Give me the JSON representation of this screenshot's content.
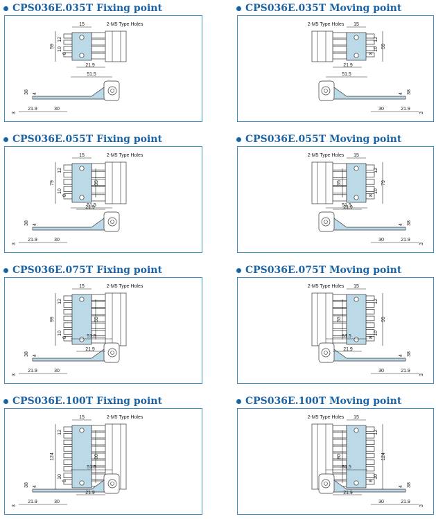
{
  "diagrams": [
    {
      "title": "CPS036E.035T Fixing point",
      "side": "fixing",
      "height": "59",
      "inner": "",
      "holes": "2-M5 Type Holes",
      "w": "15",
      "a": "12",
      "b": "10",
      "c": "8",
      "d": "21.9",
      "e": "51.5",
      "f": "38",
      "g": "4",
      "h": "3",
      "i": "21.9",
      "j": "30"
    },
    {
      "title": "CPS036E.035T Moving point",
      "side": "moving",
      "height": "59",
      "inner": "",
      "holes": "2-M5 Type Holes",
      "w": "15",
      "a": "12",
      "b": "10",
      "c": "8",
      "d": "21.9",
      "e": "51.5",
      "f": "38",
      "g": "4",
      "h": "3",
      "i": "21.9",
      "j": "30"
    },
    {
      "title": "CPS036E.055T Fixing point",
      "side": "fixing",
      "height": "79",
      "inner": "35",
      "holes": "2-M5 Type Holes",
      "w": "15",
      "a": "12",
      "b": "10",
      "c": "8",
      "d": "21.9",
      "e": "51.5",
      "f": "38",
      "g": "4",
      "h": "3",
      "i": "21.9",
      "j": "30"
    },
    {
      "title": "CPS036E.055T Moving point",
      "side": "moving",
      "height": "79",
      "inner": "35",
      "holes": "2-M5 Type Holes",
      "w": "15",
      "a": "12",
      "b": "10",
      "c": "8",
      "d": "21.9",
      "e": "51.5",
      "f": "38",
      "g": "4",
      "h": "3",
      "i": "21.9",
      "j": "30"
    },
    {
      "title": "CPS036E.075T Fixing point",
      "side": "fixing",
      "height": "99",
      "inner": "55",
      "holes": "2-M5 Type Holes",
      "w": "15",
      "a": "12",
      "b": "10",
      "c": "8",
      "d": "21.9",
      "e": "51.5",
      "f": "38",
      "g": "4",
      "h": "3",
      "i": "21.9",
      "j": "30"
    },
    {
      "title": "CPS036E.075T Moving point",
      "side": "moving",
      "height": "99",
      "inner": "55",
      "holes": "2-M5 Type Holes",
      "w": "15",
      "a": "12",
      "b": "10",
      "c": "8",
      "d": "21.9",
      "e": "51.5",
      "f": "38",
      "g": "4",
      "h": "3",
      "i": "21.9",
      "j": "30"
    },
    {
      "title": "CPS036E.100T Fixing point",
      "side": "fixing",
      "height": "124",
      "inner": "80",
      "holes": "2-M5 Type Holes",
      "w": "15",
      "a": "12",
      "b": "10",
      "c": "8",
      "d": "21.9",
      "e": "51.5",
      "f": "38",
      "g": "4",
      "h": "3",
      "i": "21.9",
      "j": "30"
    },
    {
      "title": "CPS036E.100T Moving point",
      "side": "moving",
      "height": "124",
      "inner": "80",
      "holes": "2-M5 Type Holes",
      "w": "15",
      "a": "12",
      "b": "10",
      "c": "8",
      "d": "21.9",
      "e": "51.5",
      "f": "38",
      "g": "4",
      "h": "3",
      "i": "21.9",
      "j": "30"
    }
  ],
  "colors": {
    "title": "#1a64a6",
    "border": "#3a8fc8",
    "part_fill": "#bcd9e8"
  }
}
